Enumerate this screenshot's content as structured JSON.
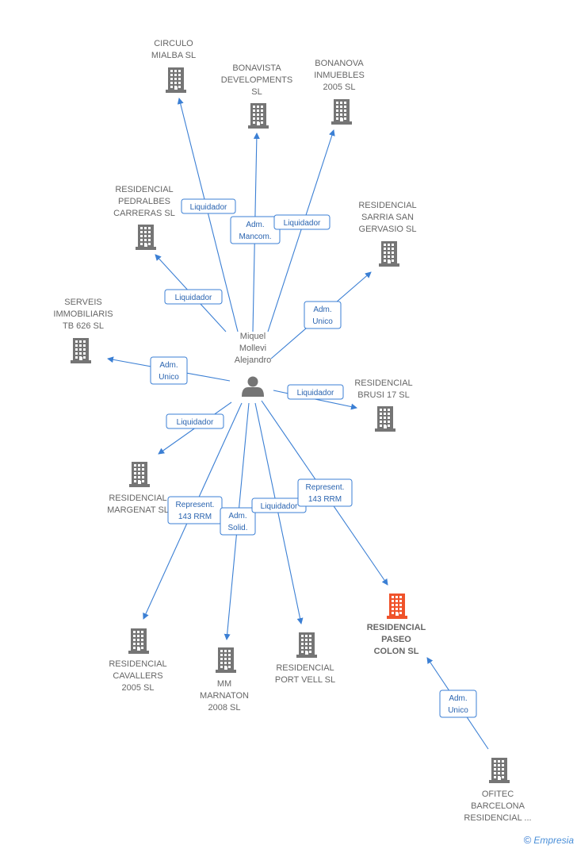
{
  "diagram": {
    "person": {
      "name_lines": [
        "Miquel",
        "Mollevi",
        "Alejandro"
      ]
    },
    "companies": [
      {
        "id": "circulo",
        "lines": [
          "CIRCULO",
          "MIALBA SL"
        ],
        "highlight": false
      },
      {
        "id": "bonavista",
        "lines": [
          "BONAVISTA",
          "DEVELOPMENTS",
          "SL"
        ],
        "highlight": false
      },
      {
        "id": "bonanova",
        "lines": [
          "BONANOVA",
          "INMUEBLES",
          "2005 SL"
        ],
        "highlight": false
      },
      {
        "id": "pedralbes",
        "lines": [
          "RESIDENCIAL",
          "PEDRALBES",
          "CARRERAS SL"
        ],
        "highlight": false
      },
      {
        "id": "sarria",
        "lines": [
          "RESIDENCIAL",
          "SARRIA SAN",
          "GERVASIO SL"
        ],
        "highlight": false
      },
      {
        "id": "serveis",
        "lines": [
          "SERVEIS",
          "IMMOBILIARIS",
          "TB 626 SL"
        ],
        "highlight": false
      },
      {
        "id": "brusi",
        "lines": [
          "RESIDENCIAL",
          "BRUSI 17 SL"
        ],
        "highlight": false
      },
      {
        "id": "margenat",
        "lines": [
          "RESIDENCIAL",
          "MARGENAT SL"
        ],
        "highlight": false
      },
      {
        "id": "cavallers",
        "lines": [
          "RESIDENCIAL",
          "CAVALLERS",
          "2005 SL"
        ],
        "highlight": false
      },
      {
        "id": "marnaton",
        "lines": [
          "MM",
          "MARNATON",
          "2008 SL"
        ],
        "highlight": false
      },
      {
        "id": "portvell",
        "lines": [
          "RESIDENCIAL",
          "PORT VELL SL"
        ],
        "highlight": false
      },
      {
        "id": "paseo",
        "lines": [
          "RESIDENCIAL",
          "PASEO",
          "COLON SL"
        ],
        "highlight": true
      },
      {
        "id": "ofitec",
        "lines": [
          "OFITEC",
          "BARCELONA",
          "RESIDENCIAL ..."
        ],
        "highlight": false
      }
    ],
    "relations": [
      {
        "from": "person",
        "to": "circulo",
        "role_lines": [
          "Liquidador"
        ]
      },
      {
        "from": "person",
        "to": "bonavista",
        "role_lines": [
          "Adm.",
          "Mancom."
        ]
      },
      {
        "from": "person",
        "to": "bonanova",
        "role_lines": [
          "Liquidador"
        ]
      },
      {
        "from": "person",
        "to": "pedralbes",
        "role_lines": [
          "Liquidador"
        ]
      },
      {
        "from": "person",
        "to": "sarria",
        "role_lines": [
          "Adm.",
          "Unico"
        ]
      },
      {
        "from": "person",
        "to": "serveis",
        "role_lines": [
          "Adm.",
          "Unico"
        ]
      },
      {
        "from": "person",
        "to": "brusi",
        "role_lines": [
          "Liquidador"
        ]
      },
      {
        "from": "person",
        "to": "margenat",
        "role_lines": [
          "Liquidador"
        ]
      },
      {
        "from": "person",
        "to": "cavallers",
        "role_lines": [
          "Represent.",
          "143 RRM"
        ]
      },
      {
        "from": "person",
        "to": "marnaton",
        "role_lines": [
          "Adm.",
          "Solid."
        ]
      },
      {
        "from": "person",
        "to": "portvell",
        "role_lines": [
          "Liquidador"
        ]
      },
      {
        "from": "person",
        "to": "paseo",
        "role_lines": [
          "Represent.",
          "143 RRM"
        ]
      },
      {
        "from": "ofitec",
        "to": "paseo",
        "role_lines": [
          "Adm.",
          "Unico"
        ]
      }
    ],
    "colors": {
      "edge": "#3b7fd4",
      "building": "#757575",
      "building_highlight": "#f0532b",
      "person": "#757575"
    }
  },
  "footer": {
    "copyright_symbol": "©",
    "brand": "Empresia"
  }
}
